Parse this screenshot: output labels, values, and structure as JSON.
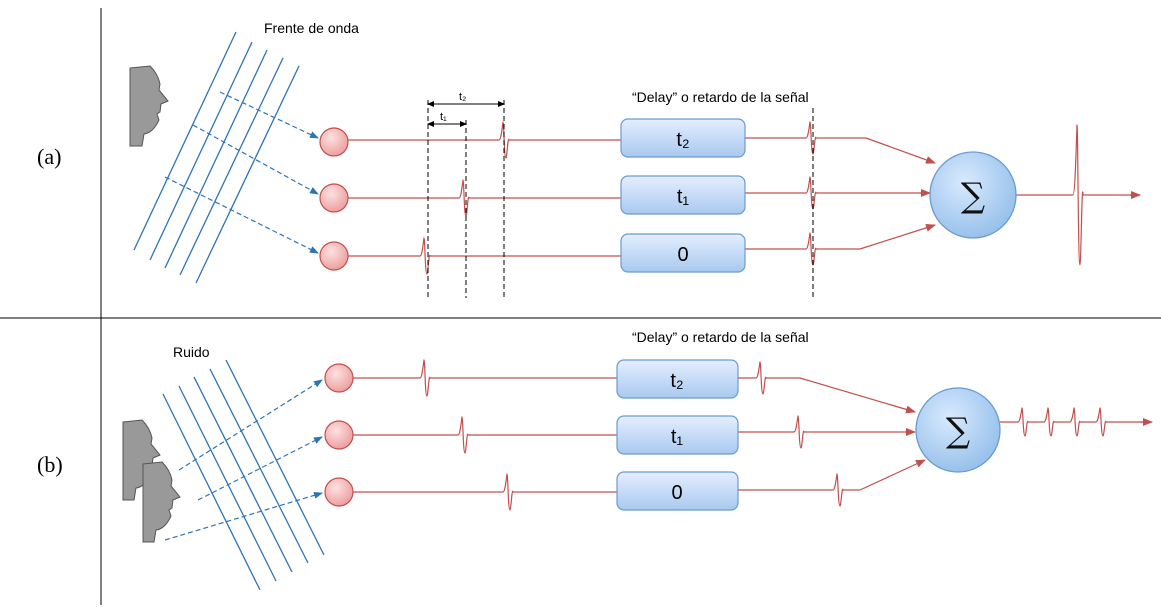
{
  "panel_a": {
    "label": "(a)",
    "wavefront_label": "Frente de onda",
    "delay_title": "“Delay” o retardo de la señal",
    "dim_t2": "t₂",
    "dim_t1": "t₁",
    "boxes": [
      "t₂",
      "t₁",
      "0"
    ],
    "sum_symbol": "∑"
  },
  "panel_b": {
    "label": "(b)",
    "noise_label": "Ruido",
    "delay_title": "“Delay” o retardo de la señal",
    "boxes": [
      "t₂",
      "t₁",
      "0"
    ],
    "sum_symbol": "∑"
  },
  "colors": {
    "signal": "#c0504d",
    "wave": "#2e74b5",
    "mic_fill": "#f4b6b6",
    "box_fill": "#cfe2f8",
    "sum_fill": "#a9cdf2"
  }
}
